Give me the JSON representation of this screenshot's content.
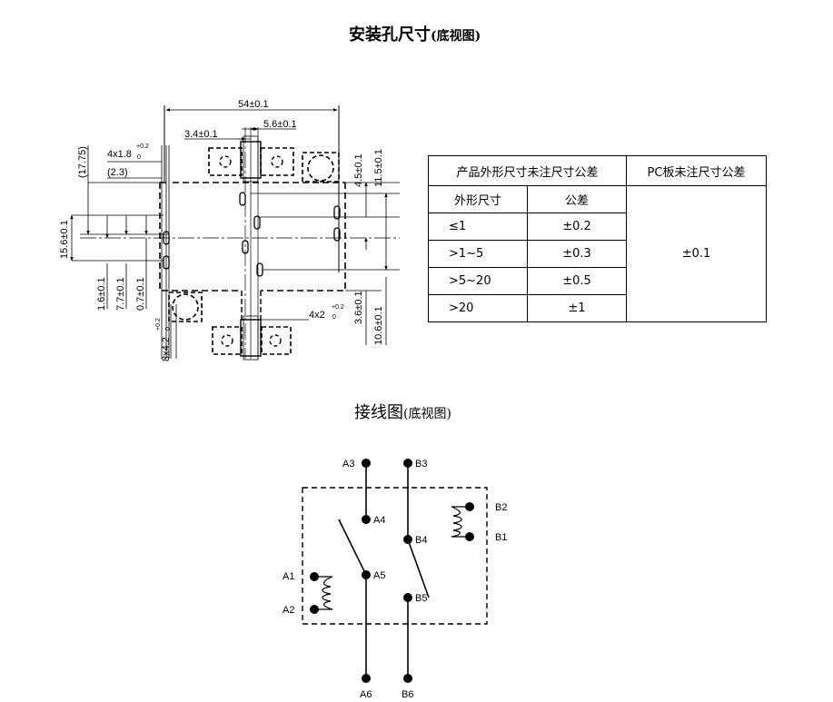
{
  "titles": {
    "mount_main": "安装孔尺寸",
    "mount_sub": "(底视图)",
    "wiring_main": "接线图",
    "wiring_sub": "(底视图)"
  },
  "dimensions": {
    "d54": "54±0.1",
    "d56": "5.6±0.1",
    "d34": "3.4±0.1",
    "d1775": "(17.75)",
    "d4x18": "4x1.8",
    "d4x18_tol": "+0.2",
    "d4x18_tol0": "0",
    "d23": "(2.3)",
    "d156": "15.6±0.1",
    "d16": "1.6±0.1",
    "d77": "7.7±0.1",
    "d07": "0.7±0.1",
    "d45": "4.5±0.1",
    "d115": "11.5±0.1",
    "d36": "3.6±0.1",
    "d106": "10.6±0.1",
    "d4x2": "4x2",
    "d4x2_tol": "+0.2",
    "d4x2_tol0": "0",
    "d8x42": "8x4.2",
    "d8x42_tol": "+0.2",
    "d8x42_tol0": "0"
  },
  "tolerance_table": {
    "header_product": "产品外形尺寸未注尺寸公差",
    "header_pc": "PC板未注尺寸公差",
    "col_size": "外形尺寸",
    "col_tol": "公差",
    "rows": [
      {
        "size": "≤1",
        "tol": "±0.2"
      },
      {
        "size": ">1~5",
        "tol": "±0.3"
      },
      {
        "size": ">5~20",
        "tol": "±0.5"
      },
      {
        "size": ">20",
        "tol": "±1"
      }
    ],
    "pc_value": "±0.1"
  },
  "wiring": {
    "A1": "A1",
    "A2": "A2",
    "A3": "A3",
    "A4": "A4",
    "A5": "A5",
    "A6": "A6",
    "B1": "B1",
    "B2": "B2",
    "B3": "B3",
    "B4": "B4",
    "B5": "B5",
    "B6": "B6"
  }
}
